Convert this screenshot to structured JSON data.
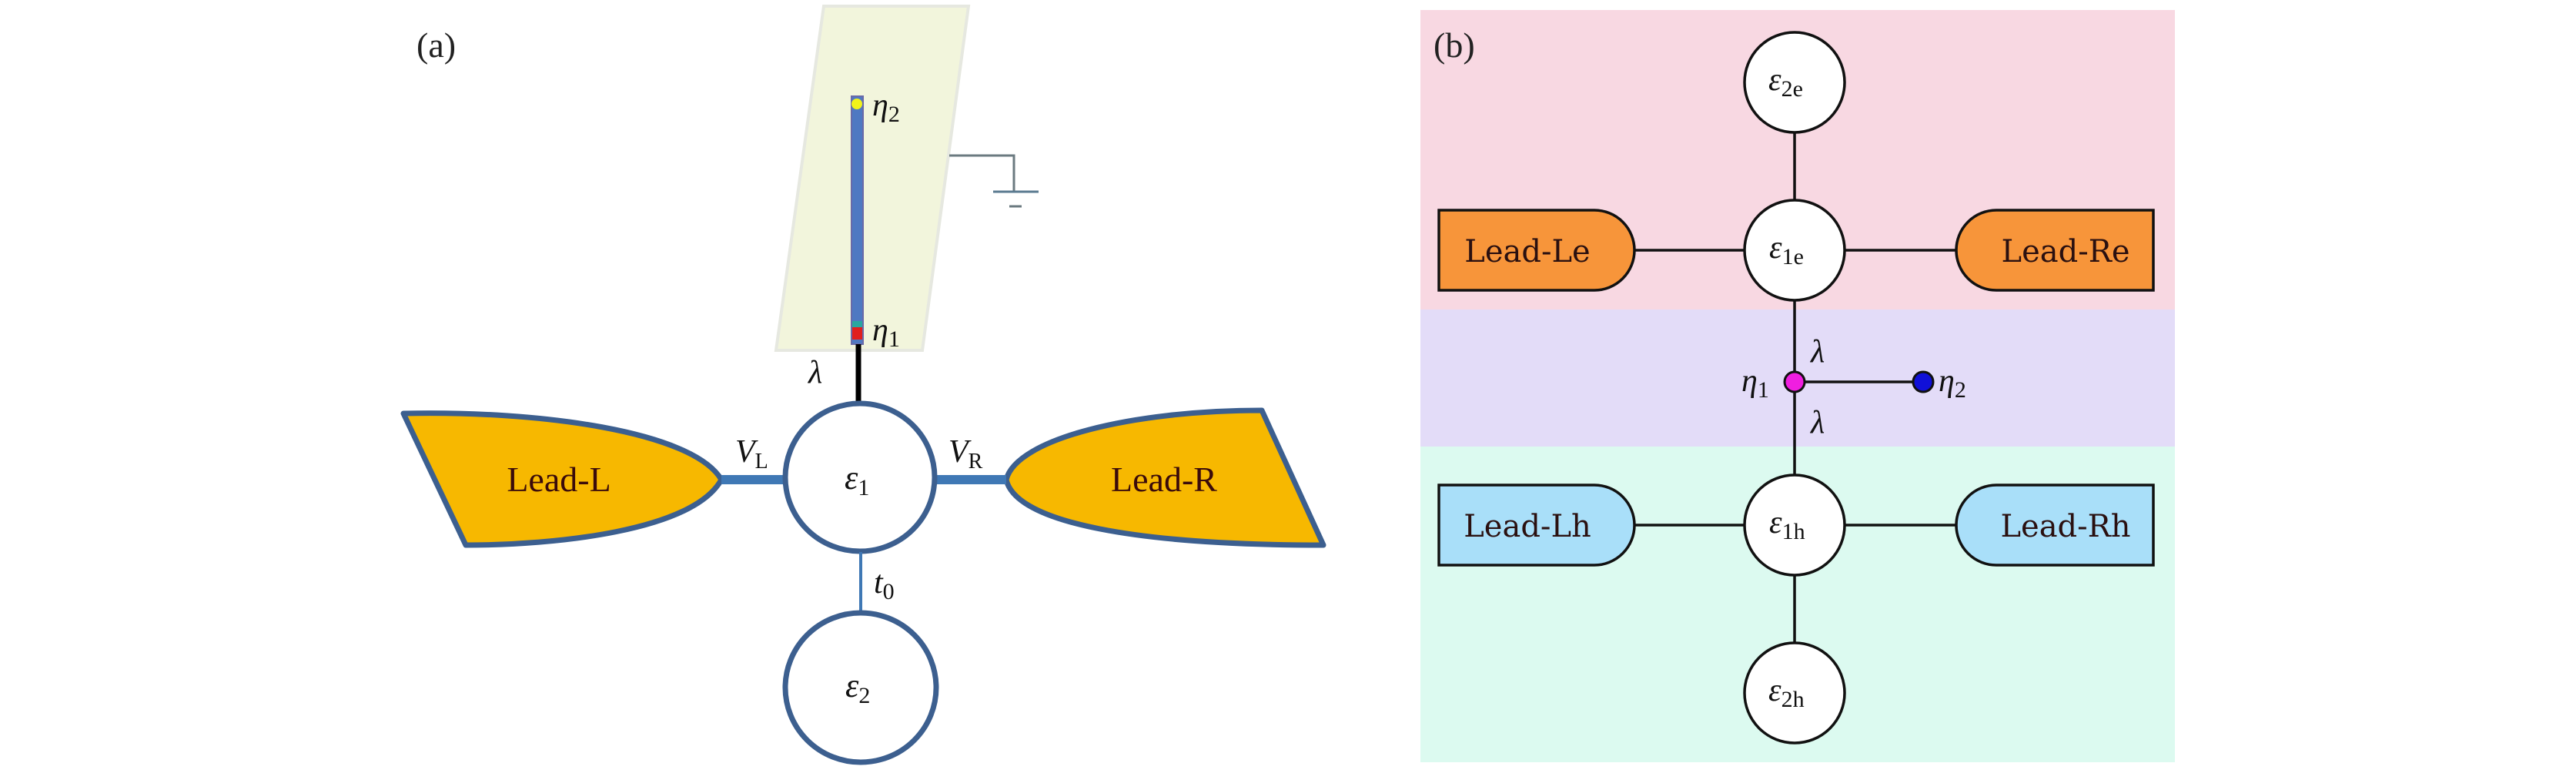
{
  "figure": {
    "panel_a": {
      "label": "(a)",
      "leads": {
        "left": "Lead-L",
        "right": "Lead-R"
      },
      "dots": {
        "dot1": {
          "main": "ε",
          "sub": "1"
        },
        "dot2": {
          "main": "ε",
          "sub": "2"
        }
      },
      "couplings": {
        "v_left": {
          "main": "V",
          "sub": "L"
        },
        "v_right": {
          "main": "V",
          "sub": "R"
        },
        "t0": {
          "main": "t",
          "sub": "0"
        },
        "lambda": "λ"
      },
      "majorana": {
        "eta1": {
          "main": "η",
          "sub": "1"
        },
        "eta2": {
          "main": "η",
          "sub": "2"
        }
      },
      "colors": {
        "lead_fill": "#f7b800",
        "outline": "#3c5f8f",
        "wire": "#4f79c2",
        "plate": "#f2f5dc",
        "eta1_dot": "#e0201e",
        "eta2_dot": "#f2f21a",
        "ground": "#6b7a80"
      }
    },
    "panel_b": {
      "label": "(b)",
      "leads": {
        "le": "Lead-Le",
        "re": "Lead-Re",
        "lh": "Lead-Lh",
        "rh": "Lead-Rh"
      },
      "dots": {
        "e2e": {
          "main": "ε",
          "sub": "2e"
        },
        "e1e": {
          "main": "ε",
          "sub": "1e"
        },
        "e1h": {
          "main": "ε",
          "sub": "1h"
        },
        "e2h": {
          "main": "ε",
          "sub": "2h"
        }
      },
      "couplings": {
        "lambda_upper": "λ",
        "lambda_lower": "λ"
      },
      "majorana": {
        "eta1": {
          "main": "η",
          "sub": "1"
        },
        "eta2": {
          "main": "η",
          "sub": "2"
        }
      },
      "colors": {
        "electron_region": "#f8d8e2",
        "majorana_region": "#e3dcf8",
        "hole_region": "#dcfaf0",
        "electron_lead": "#f7953a",
        "hole_lead": "#a9dff9",
        "eta1_dot": "#f01ee0",
        "eta2_dot": "#1010d8"
      }
    }
  }
}
